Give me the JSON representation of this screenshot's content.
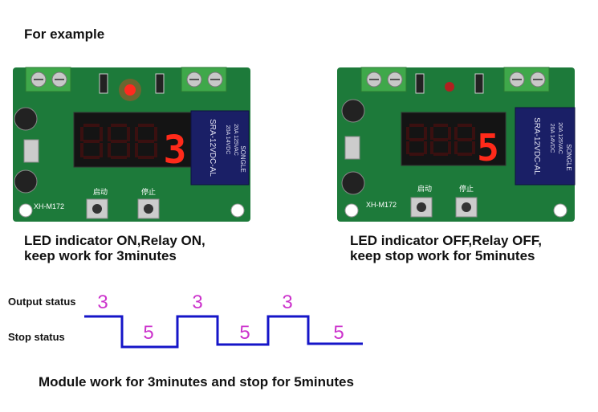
{
  "title": "For example",
  "left_board": {
    "display": "3",
    "model": "XH-M172",
    "relay_text": "SRA-12VDC-AL",
    "relay_brand": "SONGLE",
    "relay_rating_1": "20A 14VDC",
    "relay_rating_2": "20A 125VAC",
    "start_label": "启动",
    "stop_label": "停止",
    "led_on": true,
    "caption_line1": "LED indicator ON,Relay ON,",
    "caption_line2": "keep work for 3minutes"
  },
  "right_board": {
    "display": "5",
    "model": "XH-M172",
    "relay_text": "SRA-12VDC-AL",
    "relay_brand": "SONGLE",
    "relay_rating_1": "20A 14VDC",
    "relay_rating_2": "20A 125VAC",
    "start_label": "启动",
    "stop_label": "停止",
    "led_on": false,
    "caption_line1": "LED indicator OFF,Relay OFF,",
    "caption_line2": "keep stop work for 5minutes"
  },
  "timing": {
    "output_label": "Output status",
    "stop_label": "Stop status",
    "segments": [
      "3",
      "5",
      "3",
      "5",
      "3",
      "5"
    ],
    "line_color": "#1515c8",
    "number_color": "#cc33cc"
  },
  "bottom_caption": "Module work for 3minutes and stop for 5minutes",
  "colors": {
    "pcb": "#1d7a3a",
    "display_on": "#ff2a1a",
    "display_off": "#3a1010",
    "relay": "#1a1f66",
    "terminal": "#3fa84a"
  }
}
